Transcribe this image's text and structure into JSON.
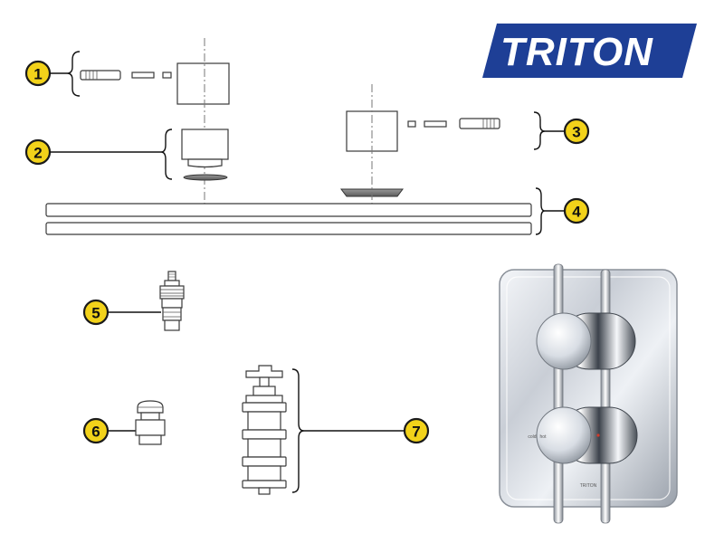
{
  "brand": {
    "name": "TRITON",
    "color": "#1e3f96"
  },
  "badge_color": "#f2d21a",
  "callouts": [
    {
      "number": "1",
      "part": "spindle-extension-kit-upper"
    },
    {
      "number": "2",
      "part": "shroud-and-seal"
    },
    {
      "number": "3",
      "part": "spindle-extension-kit-right"
    },
    {
      "number": "4",
      "part": "faceplate-packers"
    },
    {
      "number": "5",
      "part": "flow-cartridge"
    },
    {
      "number": "6",
      "part": "flow-spindle-adaptor"
    },
    {
      "number": "7",
      "part": "thermostatic-cartridge"
    }
  ],
  "valve_photo": {
    "left_label": "cold",
    "right_label": "hot",
    "bottom_label": "TRITON"
  }
}
